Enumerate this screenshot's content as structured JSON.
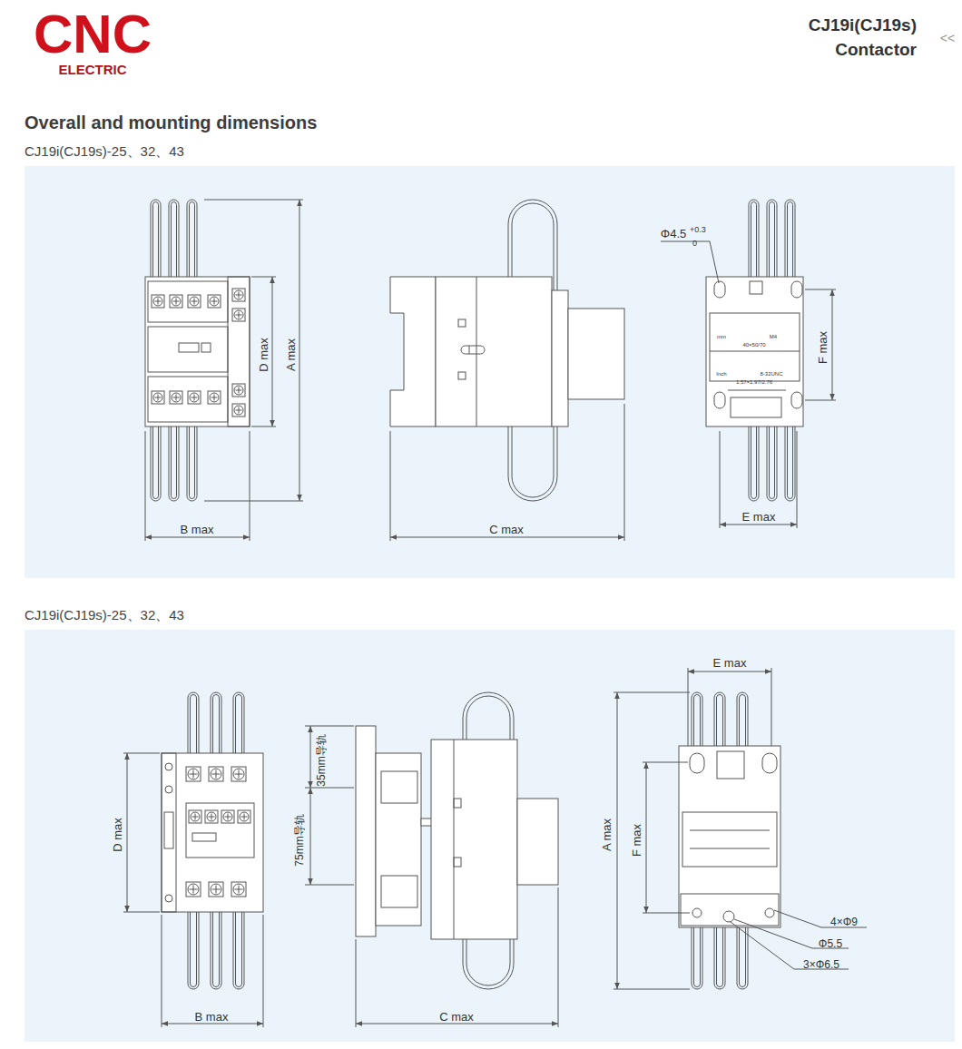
{
  "diagram": {
    "title": "Overall and mounting dimensions",
    "nodes": [
      {
        "text": [
          "CJ19i(CJ19s)-25、32、43"
        ]
      },
      {
        "text": [
          "CJ19i(CJ19s)-25、32、43"
        ]
      }
    ],
    "labels": [
      "CNC",
      "ELECTRIC",
      "CJ19i(CJ19s)",
      "Contactor",
      "<<",
      "D max",
      "A max",
      "B max",
      "C max",
      "Φ4.5",
      "+0.3",
      "0",
      "mm",
      "M4",
      "40×50/70",
      "Inch",
      "8-32UNC",
      "1.57×1.97/2.76",
      "F max",
      "E max",
      "35mm导轨",
      "75mm导轨",
      "D max",
      "B max",
      "C max",
      "E max",
      "A max",
      "F max",
      "4×Φ9",
      "Φ5.5",
      "3×Φ6.5"
    ]
  }
}
